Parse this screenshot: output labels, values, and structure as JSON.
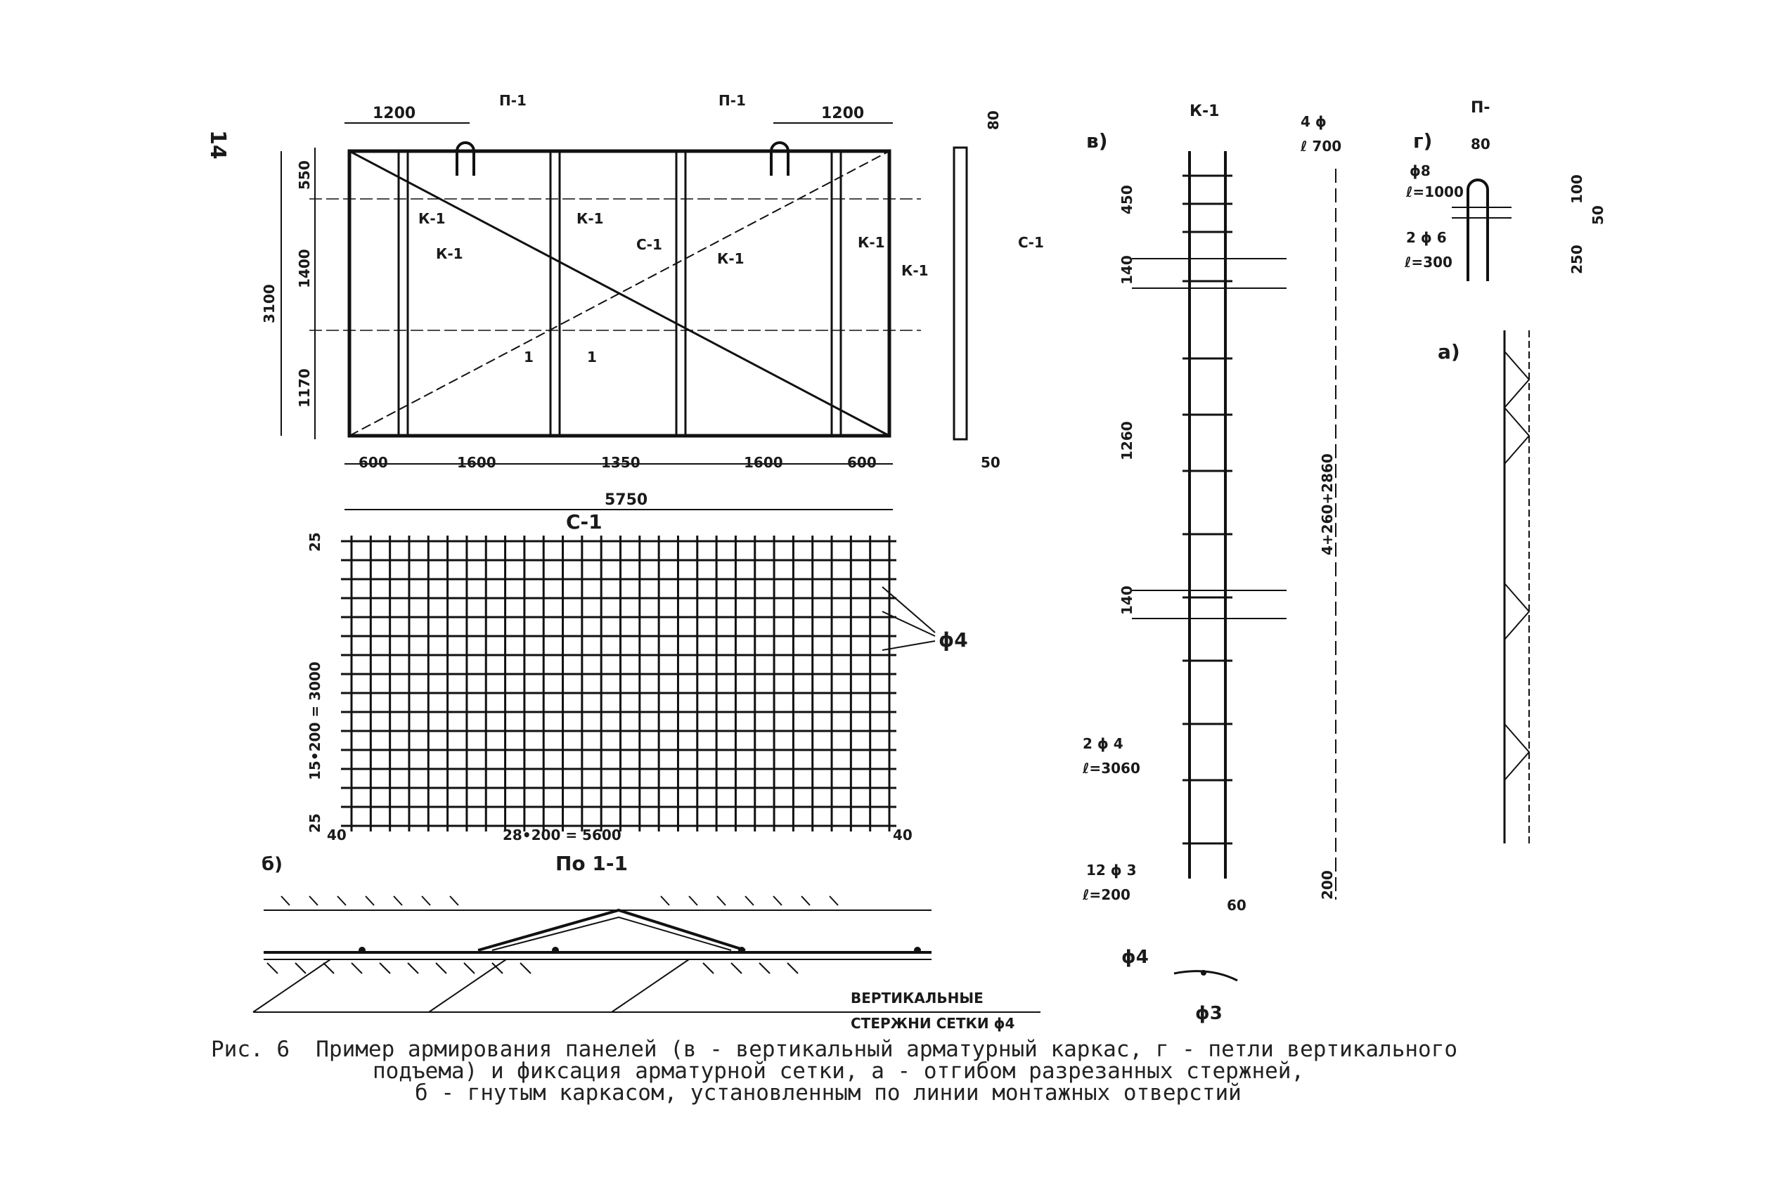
{
  "page_number": "14",
  "panel": {
    "dims_top": [
      "1200",
      "1200"
    ],
    "loops": [
      "П-1",
      "П-1"
    ],
    "dims_left": [
      "550",
      "1400",
      "1170"
    ],
    "height_total": "3100",
    "dims_bottom": [
      "600",
      "1600",
      "1350",
      "1600",
      "600"
    ],
    "width_total": "5750",
    "frames": [
      "К-1",
      "К-1",
      "К-1",
      "К-1",
      "К-1"
    ],
    "frame_right": "К-1",
    "mesh_tag": "С-1",
    "section_marks": [
      "1",
      "1"
    ],
    "section_side": {
      "top": "80",
      "bottom": "50",
      "label": "С-1"
    }
  },
  "mesh": {
    "title": "С-1",
    "dim_top": "25",
    "dim_bottom": "25",
    "dim_vert": "15•200 = 3000",
    "dim_horiz": "28•200 = 5600",
    "edge_left": "40",
    "edge_right": "40",
    "bar_callout": "ϕ4"
  },
  "section": {
    "letter": "б)",
    "title": "По 1-1",
    "note_line1": "ВЕРТИКАЛЬНЫЕ",
    "note_line2": "СТЕРЖНИ СЕТКИ ϕ4"
  },
  "frame_detail": {
    "letter": "в)",
    "title": "К-1",
    "bars_spec": "4 ϕ",
    "bars_len": "ℓ 700",
    "dims": [
      "450",
      "140",
      "1260",
      "140"
    ],
    "total": "4+260+2860",
    "long_bars": "2 ϕ 4",
    "long_len": "ℓ=3060",
    "cross_bars": "12 ϕ 3",
    "cross_len": "ℓ=200",
    "width": "60",
    "bottom": "200",
    "callout_a": "ϕ4",
    "callout_b": "ϕ3"
  },
  "loop_detail": {
    "letter": "г)",
    "title": "П-",
    "width": "80",
    "bar1": "ϕ8",
    "bar1_len": "ℓ=1000",
    "bar2": "2 ϕ 6",
    "bar2_len": "ℓ=300",
    "dims_right": [
      "100",
      "250",
      "50"
    ]
  },
  "a_detail": {
    "letter": "а)"
  },
  "caption": {
    "line1": "Рис. 6  Пример армирования панелей (в - вертикальный арматурный каркас, г - петли вертикального",
    "line2": "подъема) и фиксация арматурной сетки, а - отгибом разрезанных стержней,",
    "line3": "б - гнутым каркасом, установленным по линии монтажных отверстий"
  }
}
